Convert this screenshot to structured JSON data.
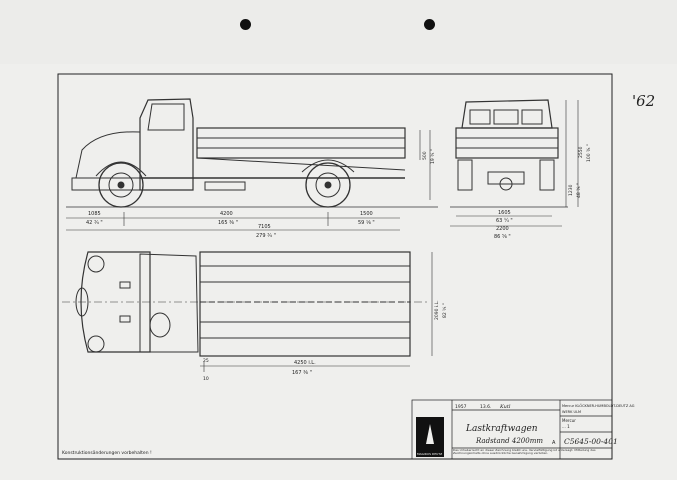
{
  "page_note": "'62",
  "dimensions": {
    "front_overhang": "1085",
    "front_overhang_in": "42 ¾ \"",
    "wheelbase": "4200",
    "wheelbase_in": "165 ⅜ \"",
    "rear_overhang": "1500",
    "rear_overhang_in": "59 ⅛ \"",
    "overall_length": "7105",
    "overall_length_in": "279 ¾ \"",
    "platform_height": "2550",
    "platform_height_in": "100 ⅜ \"",
    "front_track": "1605",
    "front_track_in": "63 ¼ \"",
    "overall_width": "2200",
    "overall_width_in": "86 ⅝ \"",
    "body_width_plan": "2090 i.L.",
    "body_width_plan_in": "82 ¼ \"",
    "body_length_plan": "4250 i.L.",
    "body_length_plan_in": "167 ⅜ \"",
    "side_height": "500",
    "side_height_in": "19 ¾ \"",
    "ground_clearance": "1230",
    "ground_clearance_in": "48 ⅜ \"",
    "mark_25": "25",
    "mark_10": "10"
  },
  "notes": {
    "construction_changes": "Konstruktionsänderungen vorbehalten !"
  },
  "title_block": {
    "title": "Lastkraftwagen",
    "subtitle": "Radstand 4200mm",
    "logo_text": "MAGIRUS DEUTZ",
    "drawing_number": "C5645-00-401",
    "sheet_letter": "A",
    "date_row": [
      "1957",
      "13.6.",
      "Kutl"
    ],
    "company": "Mercur  KLÖCKNER-HUMBOLDT-DEUTZ AG",
    "works": "WERK ULM",
    "model_line": "Mercur",
    "model_code": "... 1",
    "small_text": "Das Urheberrecht an dieser Zeichnung bleibt uns. Vervielfältigung ist untersagt. Mitteilung des Zeichnungsinhalts ohne ausdrückliche Genehmigung verboten."
  }
}
